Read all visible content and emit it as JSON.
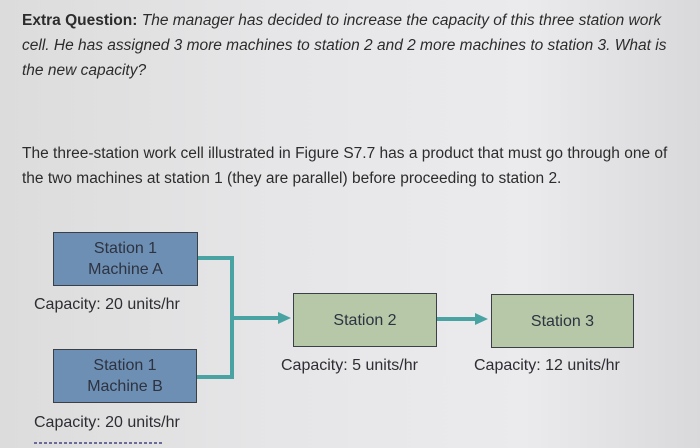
{
  "question": {
    "label": "Extra Question:",
    "text": "The manager has decided to increase the capacity of this three station work cell. He has assigned 3 more machines to station 2 and 2 more machines to station 3. What is the new capacity?"
  },
  "intro": {
    "text": "The three-station work cell illustrated in Figure S7.7 has a product that must go through one of the two machines at station 1 (they are parallel) before proceeding to station 2."
  },
  "diagram": {
    "colors": {
      "station1": "#6e8fb4",
      "stations23": "#b6c8a8",
      "arrow": "#4aa3a3"
    },
    "station1_a": {
      "line1": "Station 1",
      "line2": "Machine A",
      "capacity": "Capacity: 20 units/hr"
    },
    "station1_b": {
      "line1": "Station 1",
      "line2": "Machine B",
      "capacity": "Capacity: 20 units/hr"
    },
    "station2": {
      "label": "Station 2",
      "capacity": "Capacity: 5 units/hr"
    },
    "station3": {
      "label": "Station 3",
      "capacity": "Capacity: 12 units/hr"
    }
  }
}
